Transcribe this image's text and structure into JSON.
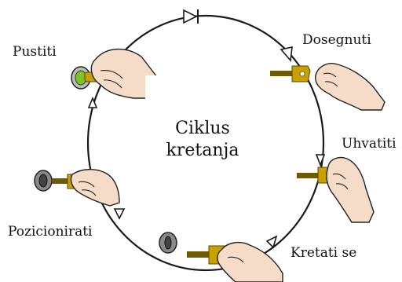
{
  "center_title": [
    "Ciklus",
    "kretanja"
  ],
  "stages": [
    {
      "label": "Pustiti"
    },
    {
      "label": "Dosegnuti"
    },
    {
      "label": "Uhvatiti"
    },
    {
      "label": "Kretati se"
    },
    {
      "label": "Pozicionirati"
    }
  ],
  "colors": {
    "line": "#1a1a1a",
    "key_brass": "#c8a000",
    "key_dark": "#6e5a00",
    "hand_skin": "#f4dcc8",
    "lock_grey": "#8a8a8a",
    "lock_green": "#7ec22a"
  },
  "icons": [
    "release-hand-icon",
    "reach-hand-icon",
    "grasp-hand-icon",
    "move-hand-icon",
    "position-hand-icon"
  ]
}
